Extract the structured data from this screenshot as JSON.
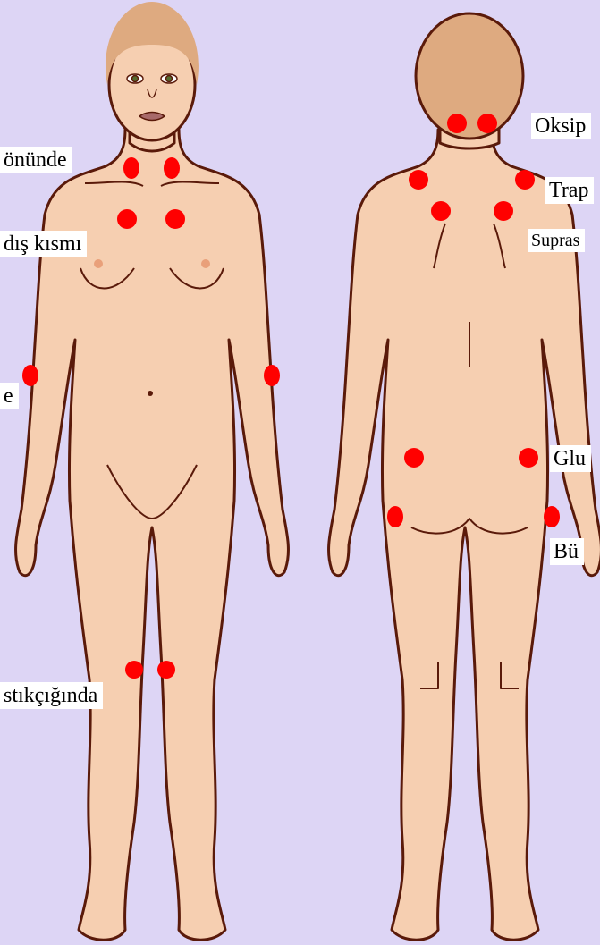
{
  "labels": {
    "front_neck": "önünde",
    "front_chest": "dış kısmı",
    "front_elbow": "e",
    "front_knee": "stıkçığında",
    "back_occipital": "Oksip",
    "back_trapezius": "Trap",
    "back_supraspinatus": "Supras",
    "back_gluteal": "Glu",
    "back_trochanter": "Bü"
  },
  "colors": {
    "background": "#ddd5f5",
    "skin": "#f6cfb1",
    "outline": "#5a1a0a",
    "hair": "#deaa80",
    "tender_point": "#ff0000"
  }
}
